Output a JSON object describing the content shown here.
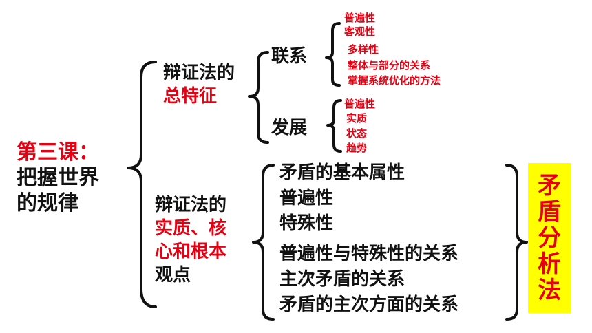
{
  "root": {
    "line1": "第三课：",
    "line2": "把握世界",
    "line3": "的规律"
  },
  "branch1": {
    "line1": "辩证法的",
    "line2": "总特征",
    "connection": {
      "label": "联系",
      "items": [
        "普遍性",
        "客观性",
        "多样性",
        "整体与部分的关系",
        "掌握系统优化的方法"
      ]
    },
    "development": {
      "label": "发展",
      "items": [
        "普遍性",
        "实质",
        "状态",
        "趋势"
      ]
    }
  },
  "branch2": {
    "line1": "辩证法的",
    "line2": "实质、核",
    "line3": "心和根本",
    "line4": "观点",
    "items": [
      "矛盾的基本属性",
      "普遍性",
      "特殊性",
      "普遍性与特殊性的关系",
      "主次矛盾的关系",
      "矛盾的主次方面的关系"
    ]
  },
  "method": {
    "chars": [
      "矛",
      "盾",
      "分",
      "析",
      "法"
    ]
  },
  "colors": {
    "accent": "#e60012",
    "highlight": "#ffff00",
    "text": "#111111"
  }
}
